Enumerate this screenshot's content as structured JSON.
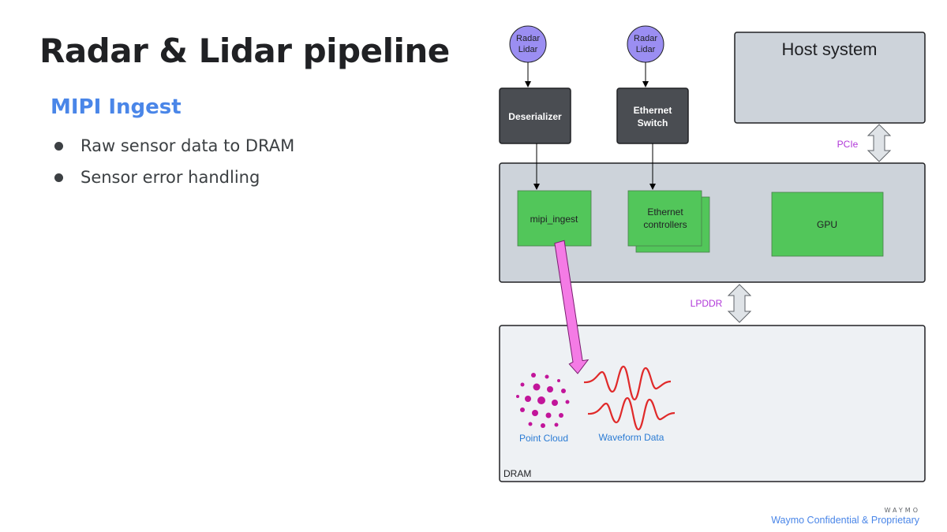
{
  "slide": {
    "title": "Radar & Lidar pipeline",
    "subtitle": "MIPI Ingest",
    "bullets": [
      "Raw sensor data to DRAM",
      "Sensor error handling"
    ]
  },
  "diagram": {
    "sensor_1": {
      "line1": "Radar",
      "line2": "Lidar"
    },
    "sensor_2": {
      "line1": "Radar",
      "line2": "Lidar"
    },
    "deserializer": "Deserializer",
    "ethernet_switch": {
      "line1": "Ethernet",
      "line2": "Switch"
    },
    "host_system": "Host system",
    "pcie_label": "PCIe",
    "mipi_ingest": "mipi_ingest",
    "ethernet_controllers": {
      "line1": "Ethernet",
      "line2": "controllers"
    },
    "gpu": "GPU",
    "lpddr_label": "LPDDR",
    "point_cloud": "Point Cloud",
    "waveform_data": "Waveform Data",
    "dram": "DRAM"
  },
  "footer": {
    "brand": "WAYMO",
    "confidential": "Waymo Confidential & Proprietary"
  },
  "colors": {
    "title": "#202124",
    "subtitle": "#4a86e8",
    "sensor_fill": "#9b8ef2",
    "dark_box": "#4a4d52",
    "panel": "#cdd3da",
    "green": "#52c65a",
    "pink_arrow": "#f47be5",
    "magenta": "#c2159a",
    "wave_red": "#e02a2a",
    "label_blue": "#2a7bd4",
    "bus_purple": "#b037d8"
  }
}
